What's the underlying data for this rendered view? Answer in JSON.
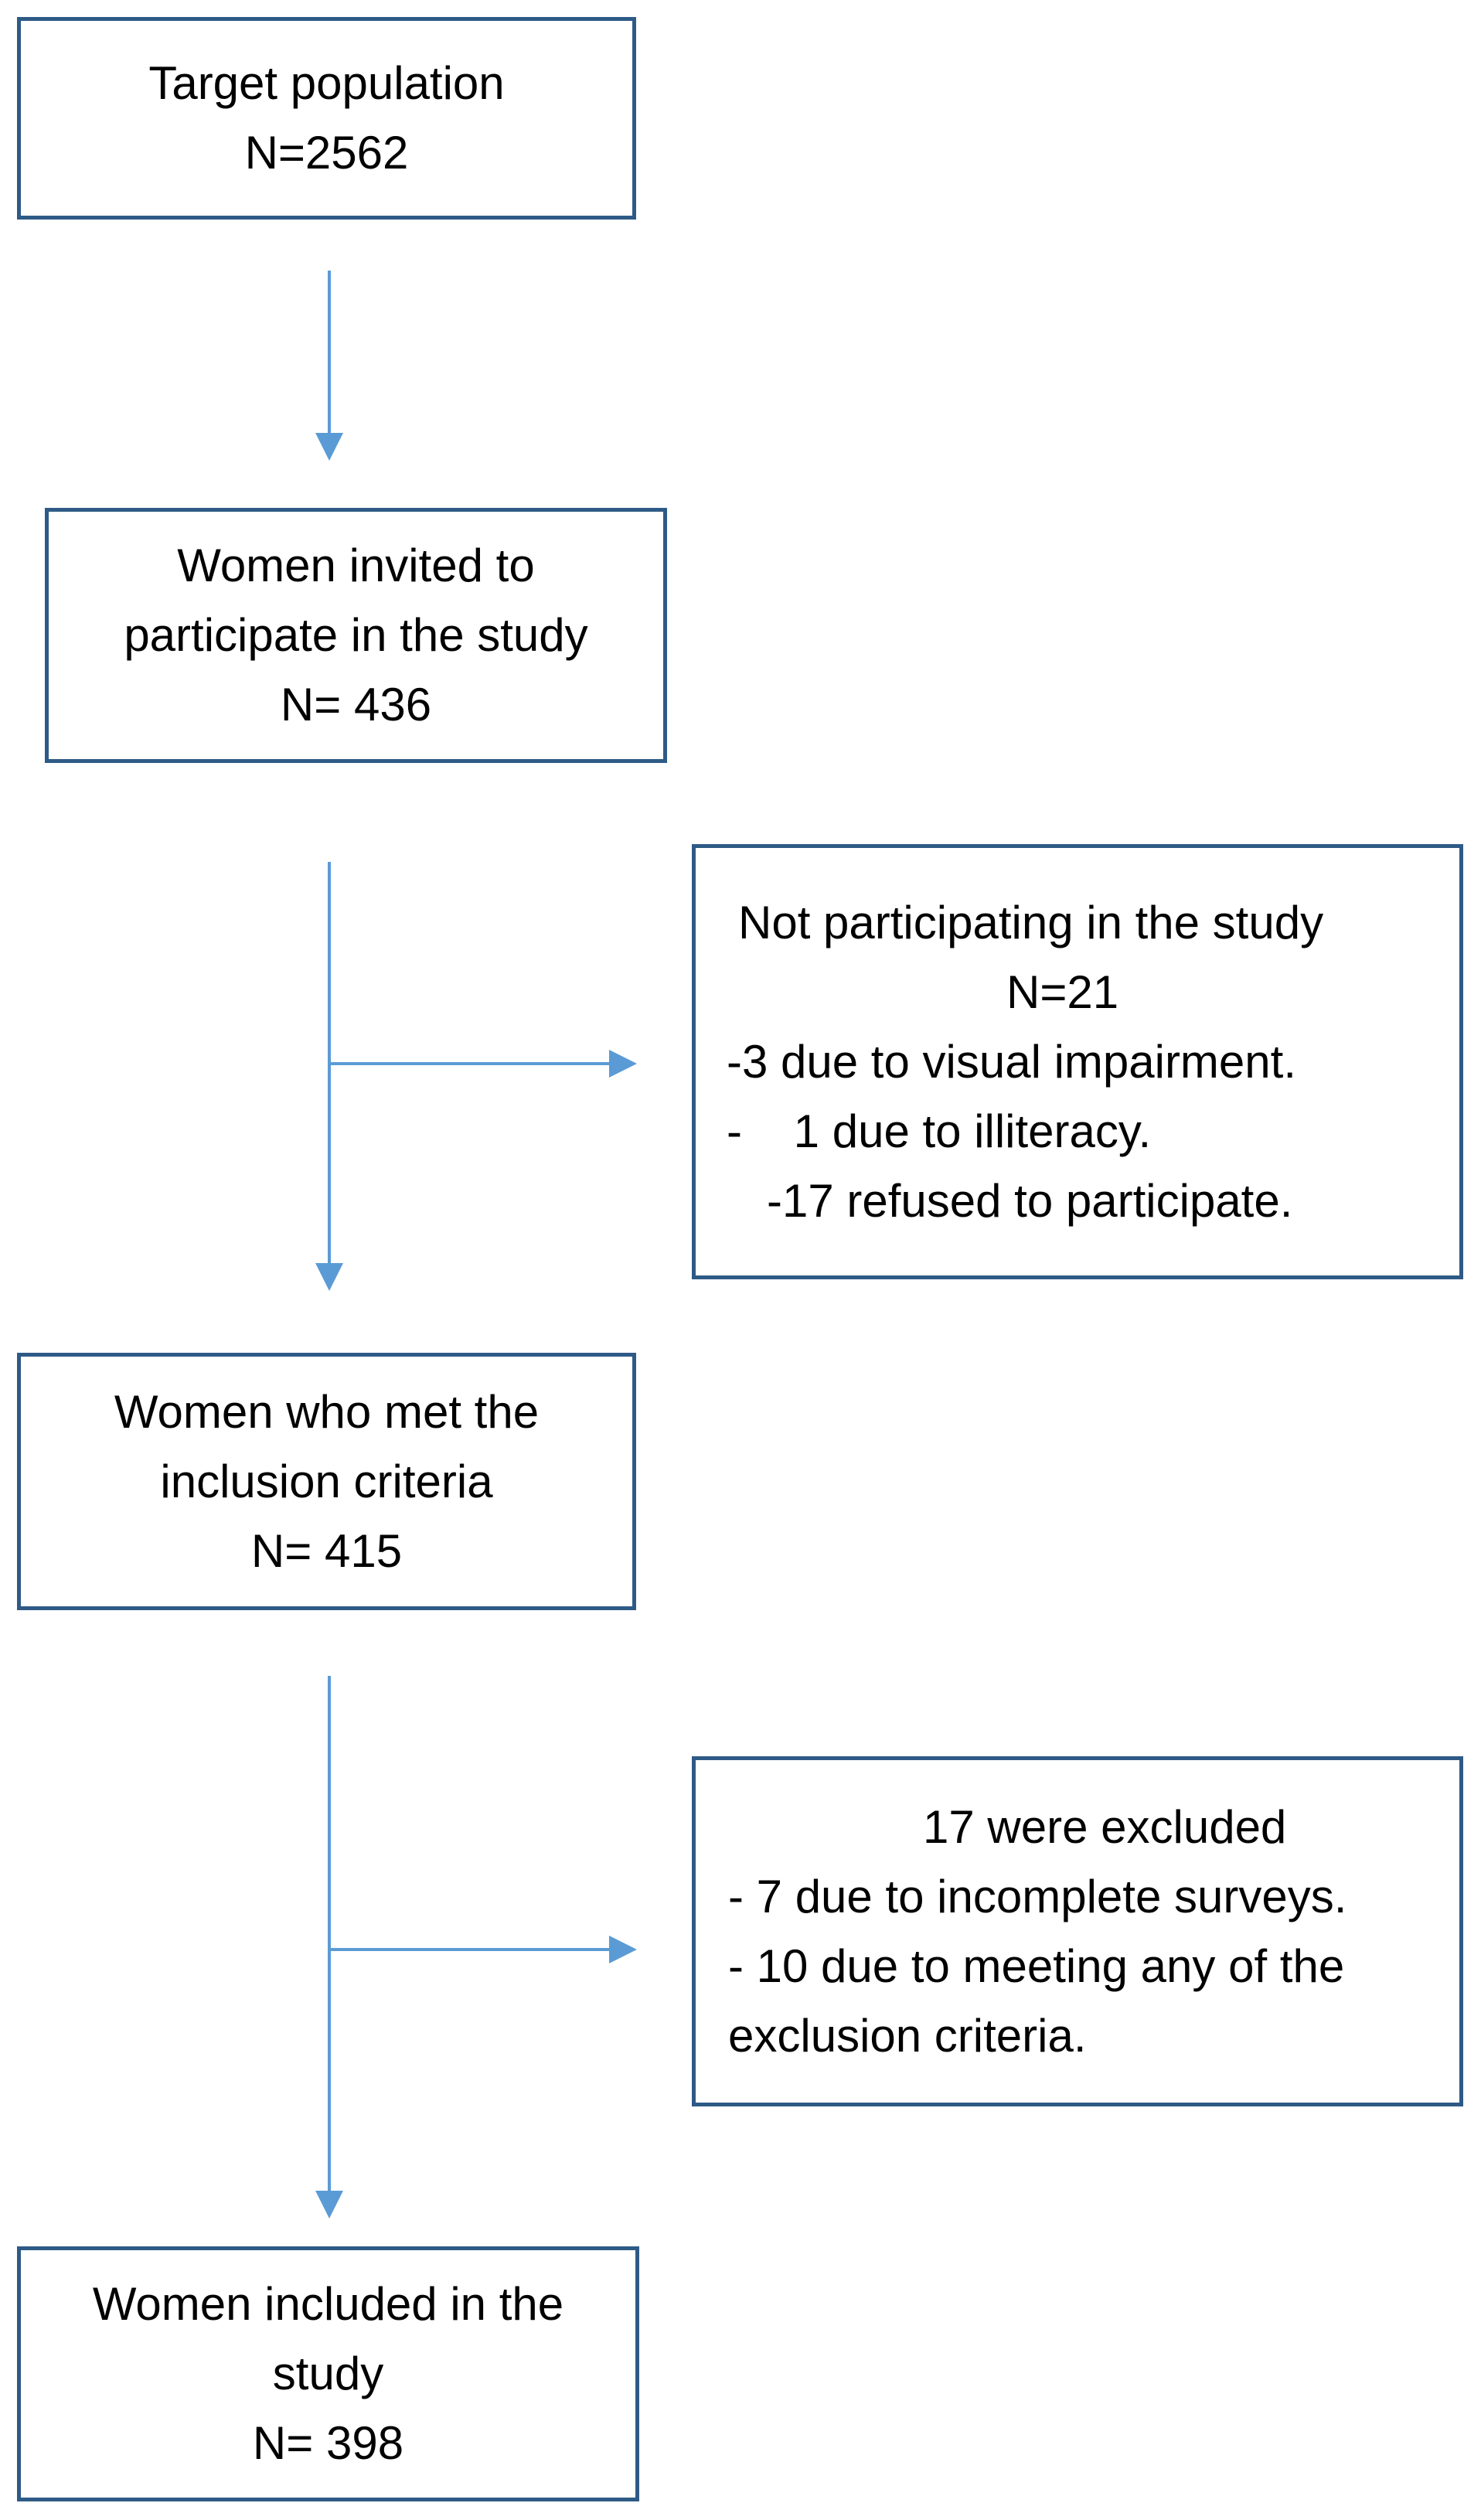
{
  "boxes": {
    "target": {
      "lines": [
        "Target population",
        "N=2562"
      ]
    },
    "invited": {
      "lines": [
        "Women invited to",
        "participate in the study",
        "N= 436"
      ]
    },
    "not_participating": {
      "lines": [
        "Not participating in the study",
        "N=21",
        "-3 due to visual impairment.",
        "-    1 due to illiteracy.",
        "-17 refused to participate."
      ]
    },
    "met_criteria": {
      "lines": [
        "Women who met the",
        "inclusion criteria",
        "N= 415"
      ]
    },
    "excluded": {
      "lines": [
        "17 were excluded",
        "- 7 due to incomplete surveys.",
        "- 10 due to meeting any of the",
        "exclusion criteria."
      ]
    },
    "included": {
      "lines": [
        "Women included in the",
        "study",
        "N= 398"
      ]
    }
  },
  "colors": {
    "box_border": "#2e5a86",
    "arrow": "#5b9bd5"
  }
}
